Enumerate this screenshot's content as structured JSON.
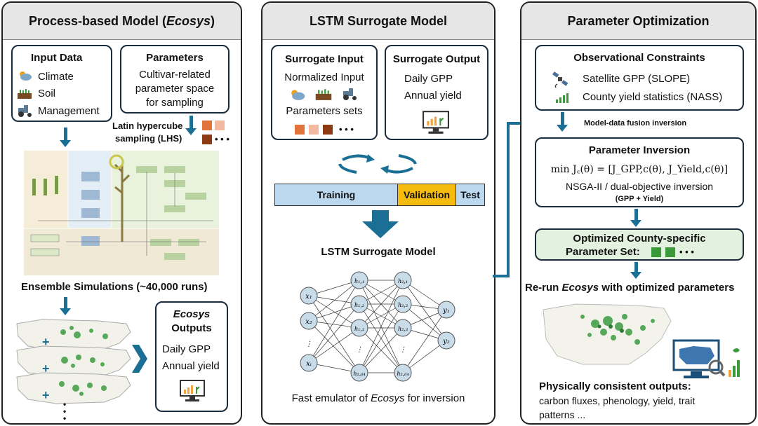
{
  "colors": {
    "accent": "#1b6e94",
    "training": "#bcd8ee",
    "validation": "#f6bb0f",
    "optimized_box": "#e3f1df",
    "green_swatch": "#3a9a3a"
  },
  "left": {
    "title_prefix": "Process-based Model (",
    "title_italic": "Ecosys",
    "title_suffix": ")",
    "input": {
      "title": "Input Data",
      "items": [
        "Climate",
        "Soil",
        "Management"
      ]
    },
    "params": {
      "title": "Parameters",
      "lines": [
        "Cultivar-related",
        "parameter space",
        "for sampling"
      ]
    },
    "lhs": [
      "Latin hypercube",
      "sampling (LHS)"
    ],
    "ellipsis": "• • •",
    "ensemble": "Ensemble Simulations (~40,000 runs)",
    "outputs": {
      "title_italic": "Ecosys",
      "title2": "Outputs",
      "items": [
        "Daily GPP",
        "Annual yield"
      ]
    },
    "plus": "+",
    "dots": "•"
  },
  "middle": {
    "title": "LSTM Surrogate Model",
    "input": {
      "title": "Surrogate Input",
      "line1": "Normalized Input",
      "line2": "Parameters sets",
      "ellipsis": "• • •"
    },
    "output": {
      "title": "Surrogate Output",
      "items": [
        "Daily GPP",
        "Annual yield"
      ]
    },
    "bar": {
      "training": "Training",
      "validation": "Validation",
      "test": "Test"
    },
    "network_title": "LSTM Surrogate Model",
    "net": {
      "x": [
        "x₁",
        "x₂",
        "⋮",
        "xᵢ"
      ],
      "h1": [
        "h₁,₁",
        "h₁,₂",
        "h₁,₃",
        "⋮",
        "h₁,₆₄"
      ],
      "h2": [
        "h₂,₁",
        "h₂,₂",
        "h₂,₃",
        "⋮",
        "h₂,₆₄"
      ],
      "y": [
        "y₁",
        "y₂"
      ]
    },
    "caption_prefix": "Fast emulator of ",
    "caption_italic": "Ecosys",
    "caption_suffix": " for inversion"
  },
  "right": {
    "title": "Parameter Optimization",
    "obs": {
      "title": "Observational Constraints",
      "items": [
        "Satellite GPP (SLOPE)",
        "County yield statistics (NASS)"
      ]
    },
    "fusion": "Model-data fusion inversion",
    "inversion": {
      "title": "Parameter Inversion",
      "formula": "min J꜀(θ) = [J_GPP,c(θ), J_Yield,c(θ)]",
      "line1": "NSGA-II / dual-objective inversion",
      "line2": "(GPP + Yield)"
    },
    "optimized": {
      "line1": "Optimized County-specific",
      "line2": "Parameter Set:",
      "ellipsis": "• • •"
    },
    "rerun_prefix": "Re-run ",
    "rerun_italic": "Ecosys",
    "rerun_suffix": " with optimized parameters",
    "physical": {
      "title": "Physically consistent  outputs:",
      "line1": "carbon fluxes, phenology, yield, trait",
      "line2": "patterns ..."
    }
  }
}
